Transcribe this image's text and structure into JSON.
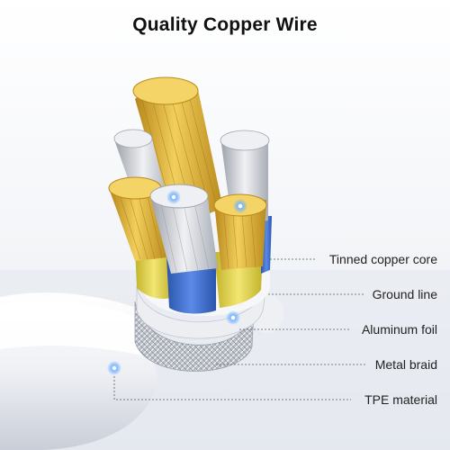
{
  "title": "Quality Copper Wire",
  "labels": {
    "tinned_copper_core": "Tinned copper core",
    "ground_line": "Ground line",
    "aluminum_foil": "Aluminum foil",
    "metal_braid": "Metal braid",
    "tpe_material": "TPE material"
  },
  "colors": {
    "copper": "#d9a82a",
    "copper_light": "#f4d466",
    "aluminum": "#c9ccd2",
    "blue_insulation": "#3d6fd0",
    "yellow_insulation": "#e2d24a",
    "jacket": "#f2f3f6",
    "marker_glow": "#5fa8ff"
  },
  "icons": [
    "wire-strand-icon",
    "marker-dot-icon"
  ]
}
